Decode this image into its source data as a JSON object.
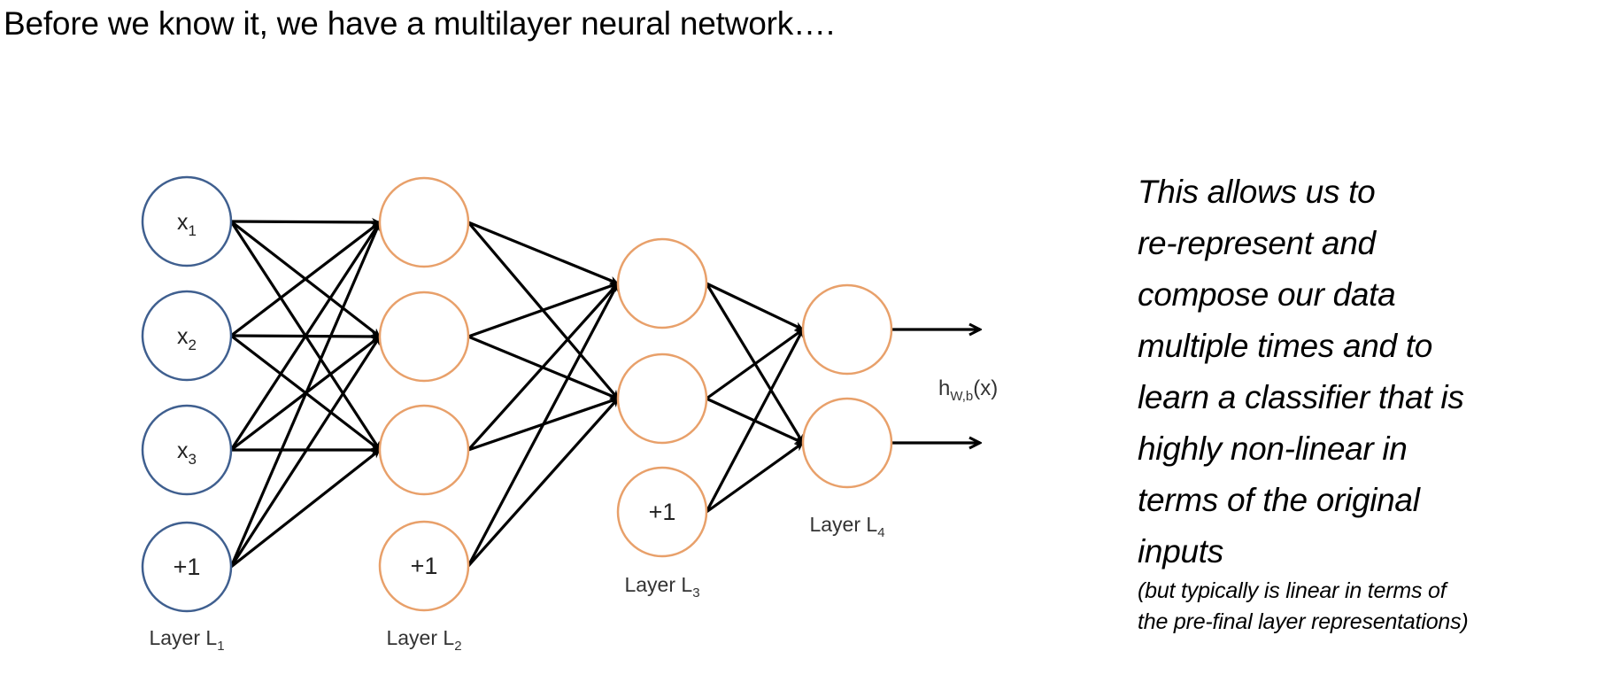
{
  "title": "Before we know it, we have a multilayer neural network….",
  "colors": {
    "input_node": "#3f5f8f",
    "hidden_node": "#e8a06a",
    "edge": "#000000",
    "text": "#000000",
    "label": "#333333"
  },
  "network": {
    "layers": [
      {
        "label_main": "Layer L",
        "label_sub": "1",
        "type": "input",
        "nodes": [
          {
            "main": "x",
            "sub": "1"
          },
          {
            "main": "x",
            "sub": "2"
          },
          {
            "main": "x",
            "sub": "3"
          },
          {
            "main": "+1",
            "sub": "",
            "bias": true
          }
        ]
      },
      {
        "label_main": "Layer L",
        "label_sub": "2",
        "type": "hidden",
        "nodes": [
          {
            "main": "",
            "sub": ""
          },
          {
            "main": "",
            "sub": ""
          },
          {
            "main": "",
            "sub": ""
          },
          {
            "main": "+1",
            "sub": "",
            "bias": true
          }
        ]
      },
      {
        "label_main": "Layer L",
        "label_sub": "3",
        "type": "hidden",
        "nodes": [
          {
            "main": "",
            "sub": ""
          },
          {
            "main": "",
            "sub": ""
          },
          {
            "main": "+1",
            "sub": "",
            "bias": true
          }
        ]
      },
      {
        "label_main": "Layer L",
        "label_sub": "4",
        "type": "output",
        "nodes": [
          {
            "main": "",
            "sub": ""
          },
          {
            "main": "",
            "sub": ""
          }
        ]
      }
    ],
    "output_label": {
      "main": "h",
      "sub": "W,b",
      "suffix": "(x)"
    }
  },
  "side_text": {
    "lines": [
      "This allows us to",
      "re-represent and",
      "compose our data",
      "multiple times and to",
      "learn a classifier that is",
      "highly non-linear in",
      "terms of the original",
      "inputs"
    ],
    "note_lines": [
      "(but typically is linear in terms of",
      "the pre-final layer representations)"
    ]
  }
}
